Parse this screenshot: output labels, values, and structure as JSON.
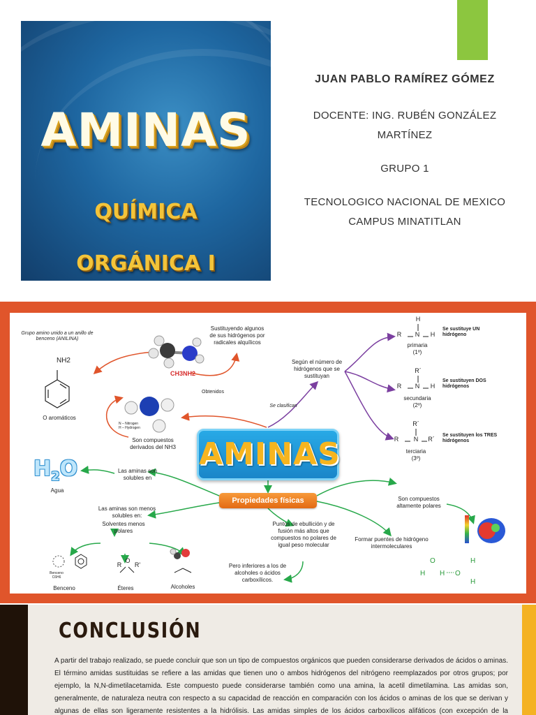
{
  "slide1": {
    "cover": {
      "title": "AMINAS",
      "line1": "QUÍMICA",
      "line2": "ORGÁNICA I"
    },
    "author": "JUAN PABLO RAMÍREZ GÓMEZ",
    "teacher": "DOCENTE: ING. RUBÉN GONZÁLEZ MARTÍNEZ",
    "group": "GRUPO 1",
    "school": "TECNOLOGICO NACIONAL DE MEXICO CAMPUS MINATITLAN",
    "colors": {
      "cover_blue": "#1e66a0",
      "accent_green": "#8cc63f",
      "title_yellow": "#f3c43a"
    }
  },
  "slide2": {
    "center": "AMINAS",
    "properties": "Propiedades físicas",
    "aniline_caption": "Grupo amino unido a un anillo de benceno (ANILINA)",
    "nh2": "NH2",
    "aromatic": "O aromáticos",
    "methylamine": "CH3NH2",
    "substituting": "Sustituyendo algunos de sus hidrógenos por radicales alquílicos",
    "obtained": "Obtenidos",
    "derived": "Son compuestos derivados del NH3",
    "nh3_legend": "N – Nitrogen\nH – Hydrogen",
    "classified": "Se clasifican",
    "by_hydrogens": "Según el número de hidrógenos que se sustituyan",
    "primary": {
      "name": "primaria",
      "order": "(1º)",
      "desc": "Se sustituye UN hidrógeno"
    },
    "secondary": {
      "name": "secundaria",
      "order": "(2º)",
      "desc": "Se sustituyen DOS hidrógenos"
    },
    "tertiary": {
      "name": "terciaria",
      "order": "(3º)",
      "desc": "Se sustituyen los TRES hidrógenos"
    },
    "soluble": "Las aminas son solubles en",
    "water": "Agua",
    "less_soluble": "Las aminas son menos solubles en:",
    "less_polar": "Solventes menos polares",
    "benzene": "Benceno",
    "benzene_small": "Benceno C6H6",
    "ethers": "Éteres",
    "alcohols": "Alcoholes",
    "boiling": "Puntos de ebullición y de fusión más altos que compuestos no polares de igual peso molecular",
    "lower": "Pero inferiores a los de alcoholes o ácidos carboxílicos.",
    "hbonds": "Formar puentes de hidrógeno intermoleculares",
    "polar": "Son compuestos altamente polares",
    "colors": {
      "frame": "#e0552b",
      "box_blue": "#1a86c9",
      "box_orange": "#e36a14",
      "green_arrow": "#27a84a",
      "purple_arrow": "#7b3fa0",
      "orange_arrow": "#e0552b"
    }
  },
  "slide3": {
    "title": "CONCLUSIÓN",
    "text": "A partir del trabajo realizado, se puede concluir que son un tipo de compuestos orgánicos que pueden considerarse derivados de ácidos o aminas. El término amidas sustituidas se refiere a las amidas que tienen uno o ambos hidrógenos del nitrógeno reemplazados por otros grupos; por ejemplo, la N,N-dimetilacetamida. Este compuesto puede considerarse también como una amina, la acetil dimetilamina. Las amidas son, generalmente, de naturaleza neutra con respecto a su capacidad de reacción en comparación con los ácidos o aminas de los que se derivan y algunas de ellas son ligeramente resistentes a la hidrólisis. Las amidas simples de los ácidos carboxílicos alifáticos (con excepción de la",
    "colors": {
      "dark": "#1f1208",
      "yellow": "#f4b223"
    }
  }
}
